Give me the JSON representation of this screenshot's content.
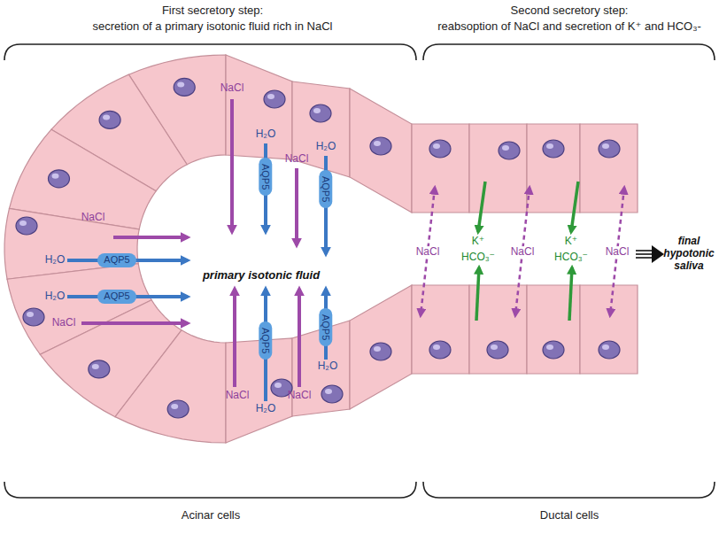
{
  "diagram": {
    "nodes": [
      {
        "text": [
          "AQP5"
        ]
      },
      {
        "text": [
          "AQP5"
        ]
      },
      {
        "text": [
          "AQP5"
        ]
      },
      {
        "text": [
          "AQP5"
        ]
      },
      {
        "text": [
          "AQP5"
        ]
      },
      {
        "text": [
          "AQP5"
        ]
      }
    ],
    "labels": [
      "First secretory step:",
      "secretion of a primary isotonic fluid rich in NaCl",
      "Second secretory step:",
      "reabsoption of NaCl and secretion of K⁺ and HCO₃-",
      "NaCl",
      "H₂O",
      "NaCl",
      "H₂O",
      "NaCl",
      "H₂O",
      "H₂O",
      "NaCl",
      "NaCl",
      "H₂O",
      "NaCl",
      "H₂O",
      "primary isotonic fluid",
      "NaCl",
      "K⁺",
      "HCO₃⁻",
      "NaCl",
      "K⁺",
      "HCO₃⁻",
      "NaCl",
      "final hypotonic saliva",
      "Acinar cells",
      "Ductal cells"
    ]
  }
}
